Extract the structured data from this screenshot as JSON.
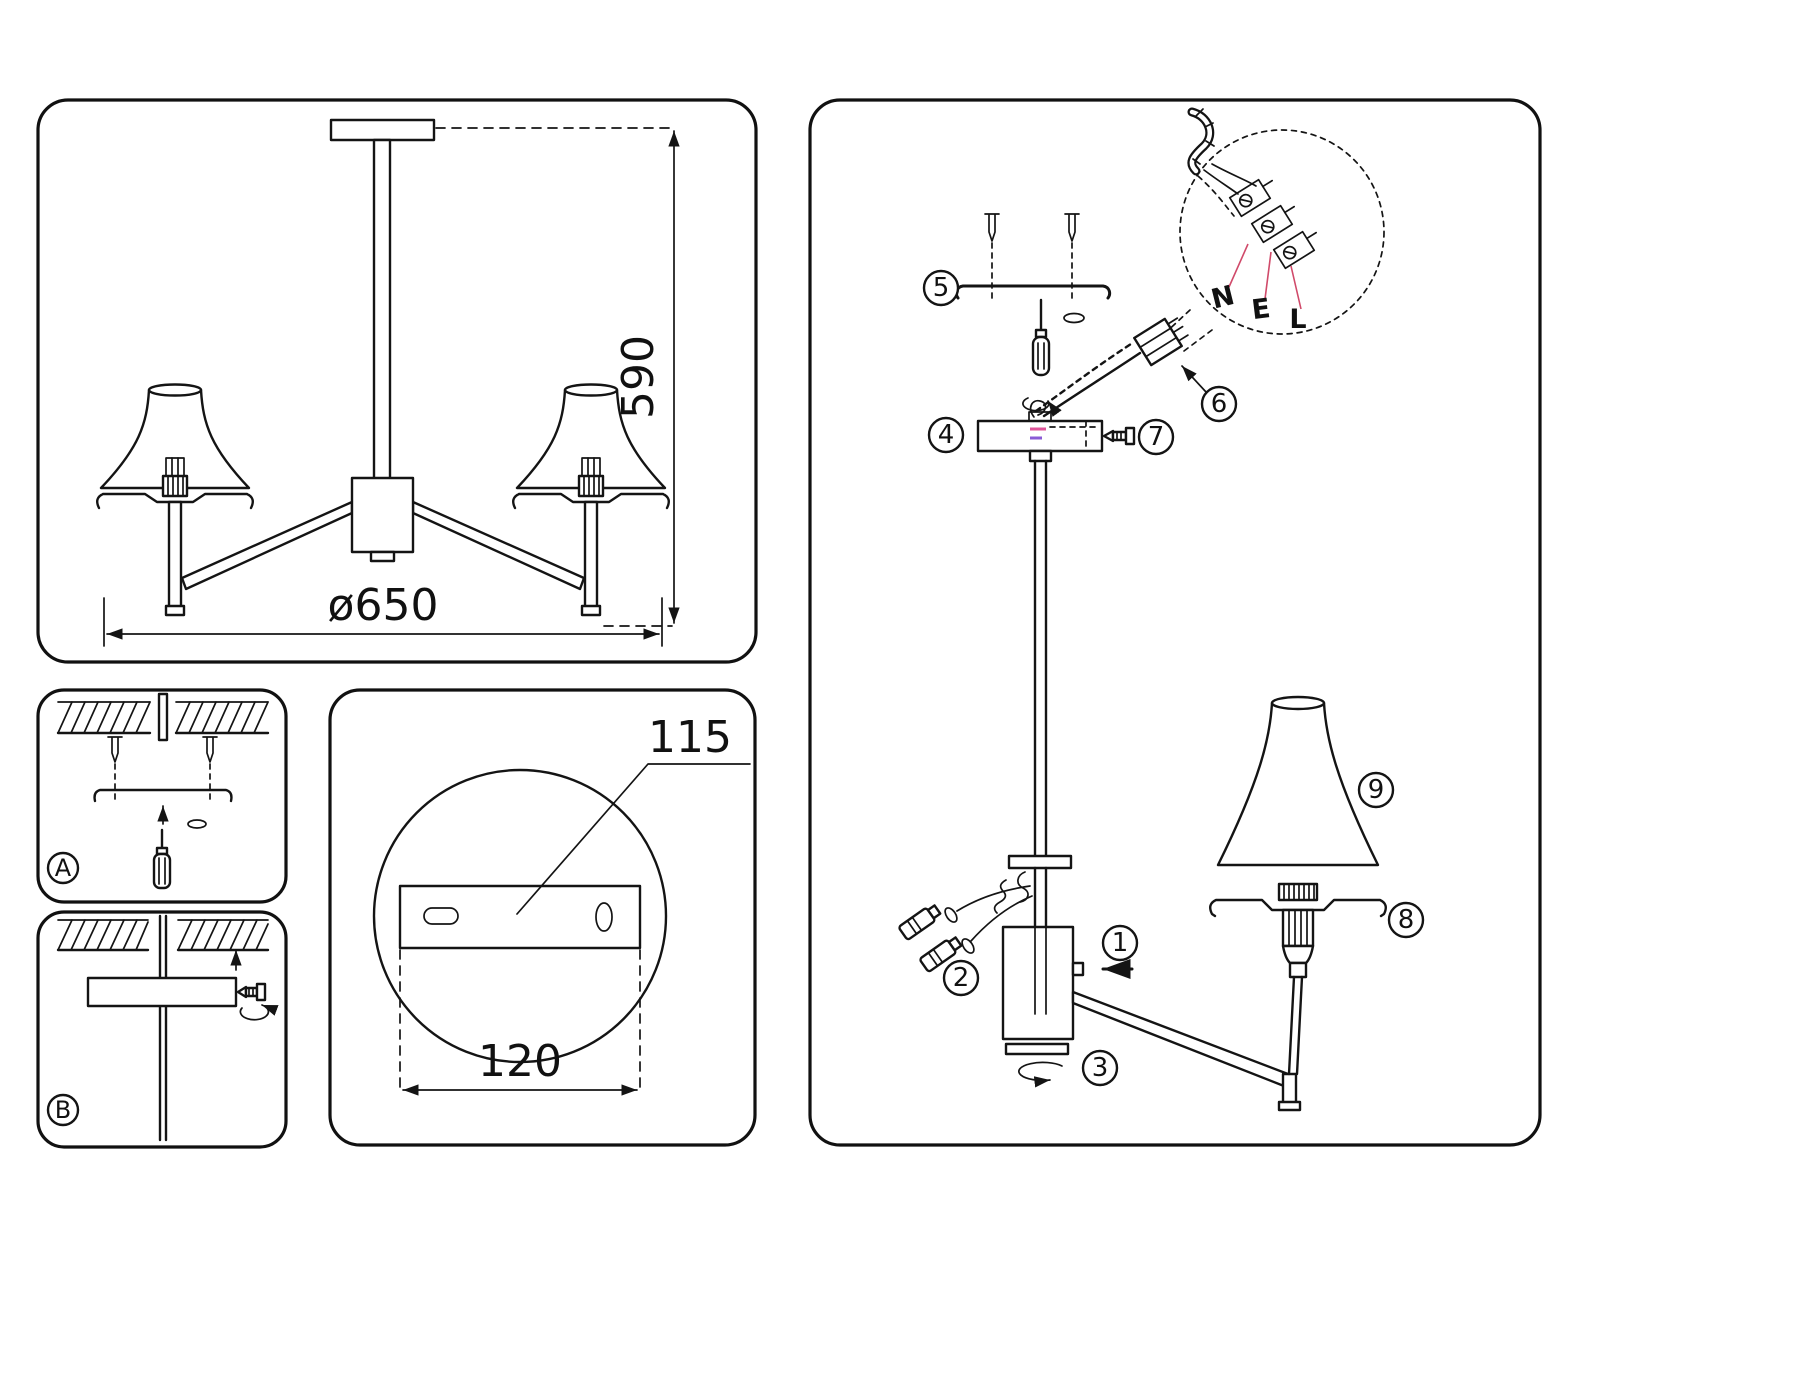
{
  "page": {
    "background": "#ffffff",
    "ink": "#141414"
  },
  "accents": {
    "wire_pink": "#e0559a",
    "wire_purple": "#8a5bd6",
    "label_leader_red": "#d04a6a"
  },
  "overview": {
    "height_dim": "590",
    "diameter_dim": "ø650"
  },
  "detail_a": {
    "label": "A"
  },
  "detail_b": {
    "label": "B"
  },
  "bracket": {
    "hole_dim": "115",
    "width_dim": "120"
  },
  "assembly": {
    "steps": [
      "1",
      "2",
      "3",
      "4",
      "5",
      "6",
      "7",
      "8",
      "9"
    ],
    "wires": [
      "N",
      "E",
      "L"
    ]
  }
}
